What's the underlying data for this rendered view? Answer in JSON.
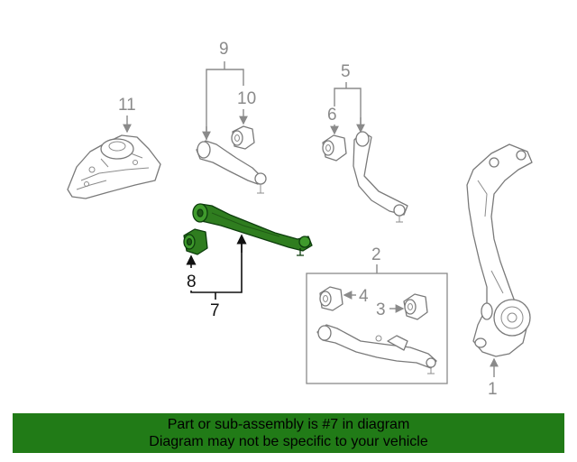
{
  "labels": {
    "p1": "1",
    "p2": "2",
    "p3": "3",
    "p4": "4",
    "p5": "5",
    "p6": "6",
    "p7": "7",
    "p8": "8",
    "p9": "9",
    "p10": "10",
    "p11": "11"
  },
  "banner": {
    "line1": "Part or sub-assembly is #7 in diagram",
    "line2": "Diagram may not be specific to your vehicle"
  },
  "colors": {
    "highlight_part": "#2f7d1f",
    "banner_bg": "#217b17",
    "linework": "#7a7a7a"
  }
}
